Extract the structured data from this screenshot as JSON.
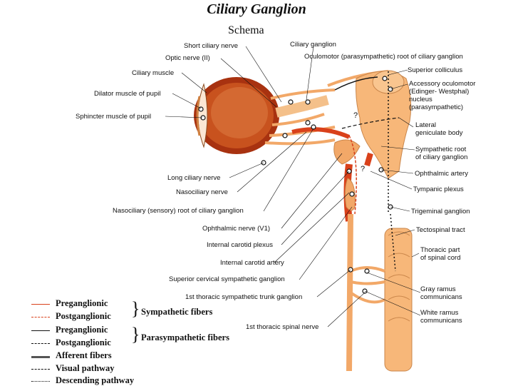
{
  "title": "Ciliary Ganglion",
  "subtitle": "Schema",
  "labels_left": {
    "short_ciliary_nerve": "Short ciliary nerve",
    "optic_nerve": "Optic nerve (II)",
    "ciliary_muscle": "Ciliary muscle",
    "dilator_muscle": "Dilator muscle of pupil",
    "sphincter_muscle": "Sphincter muscle of pupil",
    "long_ciliary_nerve": "Long ciliary nerve",
    "nasociliary_nerve": "Nasociliary nerve",
    "nasociliary_root": "Nasociliary (sensory) root of ciliary ganglion",
    "ophthalmic_nerve": "Ophthalmic nerve (V1)",
    "internal_carotid_plexus": "Internal carotid plexus",
    "internal_carotid_artery": "Internal carotid artery",
    "superior_cervical_ganglion": "Superior cervical sympathetic ganglion",
    "first_thoracic_trunk_ganglion": "1st thoracic sympathetic trunk ganglion",
    "first_thoracic_spinal_nerve": "1st thoracic spinal nerve"
  },
  "labels_right": {
    "ciliary_ganglion": "Ciliary ganglion",
    "oculomotor_root": "Oculomotor (parasympathetic) root of ciliary ganglion",
    "superior_colliculus": "Superior colliculus",
    "accessory_oculomotor": "Accessory oculomotor\n(Edinger- Westphal)\nnucleus\n(parasympathetic)",
    "lateral_geniculate": "Lateral\ngeniculate body",
    "sympathetic_root": "Sympathetic root\nof ciliary ganglion",
    "ophthalmic_artery": "Ophthalmic artery",
    "tympanic_plexus": "Tympanic plexus",
    "trigeminal_ganglion": "Trigeminal ganglion",
    "tectospinal_tract": "Tectospinal tract",
    "thoracic_spinal_cord": "Thoracic part\nof spinal cord",
    "gray_ramus": "Gray ramus\ncommunicans",
    "white_ramus": "White ramus\ncommunicans"
  },
  "question_marks": [
    "?",
    "?"
  ],
  "legend": {
    "items": [
      {
        "text": "Preganglionic",
        "style": "solid",
        "color": "#d9411b"
      },
      {
        "text": "Postganglionic",
        "style": "dashed",
        "color": "#d9411b"
      },
      {
        "text": "Preganglionic",
        "style": "solid",
        "color": "#111111"
      },
      {
        "text": "Postganglionic",
        "style": "dashed",
        "color": "#111111"
      },
      {
        "text": "Afferent fibers",
        "style": "solid-thick",
        "color": "#555555"
      },
      {
        "text": "Visual pathway",
        "style": "dashed-fine",
        "color": "#111111"
      },
      {
        "text": "Descending pathway",
        "style": "dotted",
        "color": "#111111"
      }
    ],
    "sympathetic_label": "Sympathetic fibers",
    "parasympathetic_label": "Parasympathetic fibers"
  },
  "colors": {
    "eye": "#b8380f",
    "nerve": "#f2a868",
    "brain": "#f7b779",
    "artery": "#d9411b",
    "sympathetic": "#d9411b"
  }
}
